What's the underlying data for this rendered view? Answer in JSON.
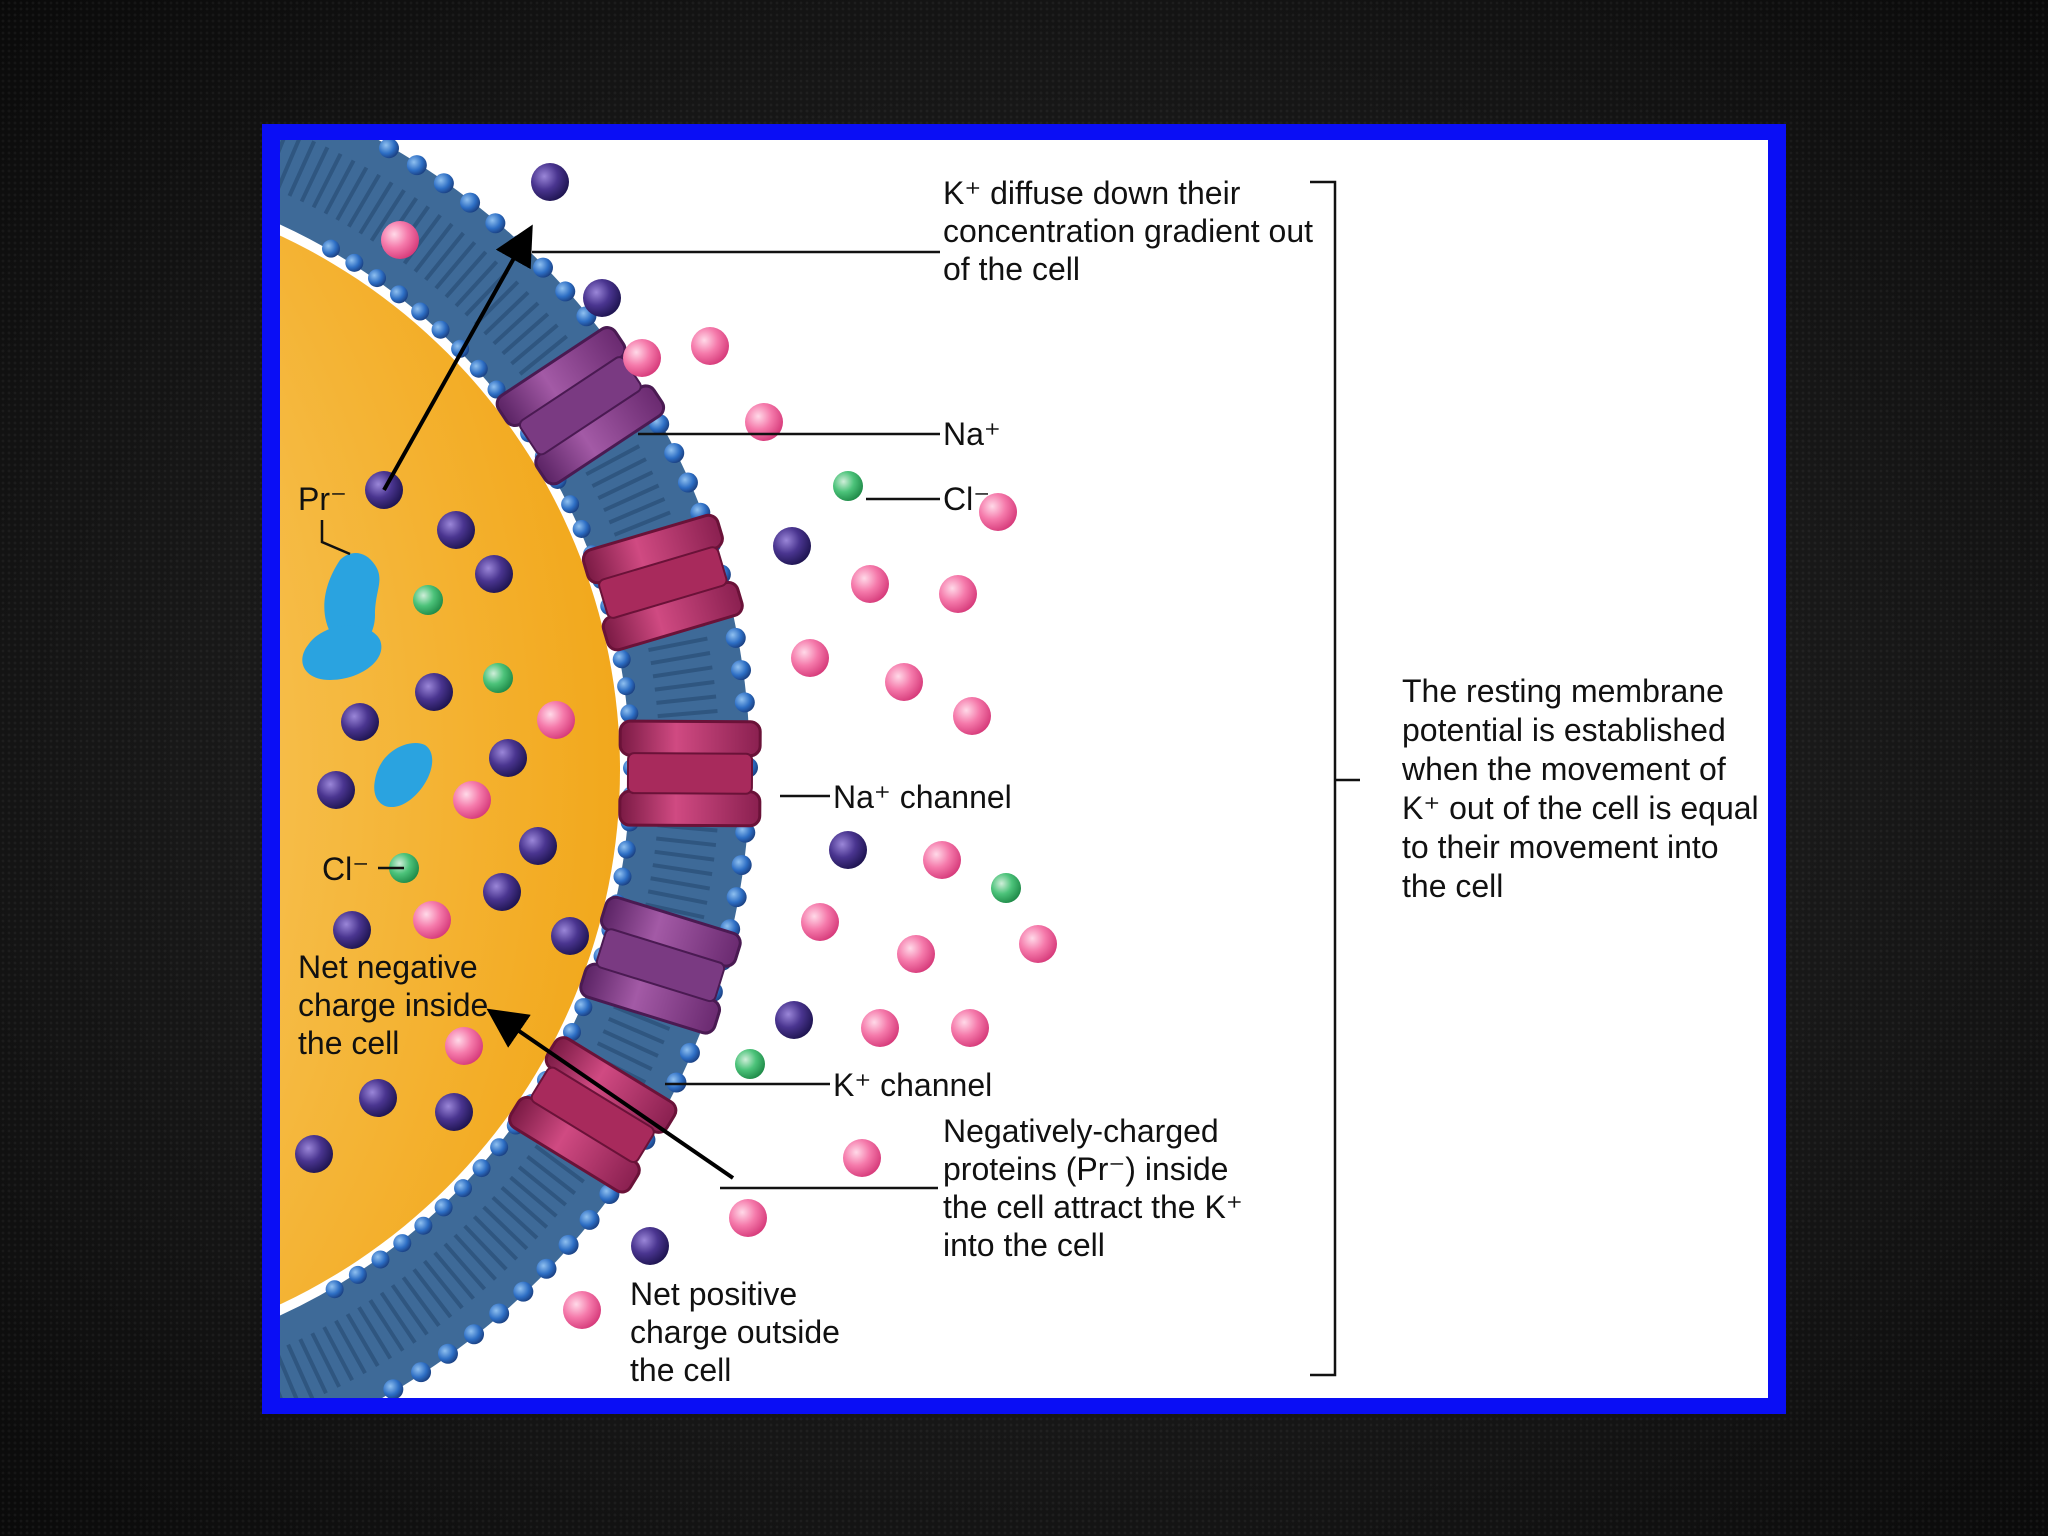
{
  "labels": {
    "k_diffuse": [
      "K⁺ diffuse down their",
      "concentration gradient out",
      "of the cell"
    ],
    "na_ion": "Na⁺",
    "cl_ion_outside": "Cl⁻",
    "pr_ion": "Pr⁻",
    "cl_ion_inside": "Cl⁻",
    "na_channel": "Na⁺ channel",
    "k_channel": "K⁺ channel",
    "net_negative": [
      "Net negative",
      "charge inside",
      "the cell"
    ],
    "net_positive": [
      "Net positive",
      "charge outside",
      "the cell"
    ],
    "proteins_attract": [
      "Negatively-charged",
      "proteins (Pr⁻) inside",
      "the cell attract the K⁺",
      "into the cell"
    ],
    "resting_potential": [
      "The resting membrane",
      "potential is established",
      "when the movement of",
      "K⁺ out of the cell is equal",
      "to their movement into",
      "the cell"
    ]
  },
  "colors": {
    "frame": "#0a0ef5",
    "cytoplasm": "#f6b52a",
    "membrane": "#3a6594",
    "k_ion": "#3d2a7a",
    "na_ion": "#f06ba0",
    "cl_ion": "#3cb56a",
    "protein": "#2aa3e0",
    "k_channel": "#8a3c8a",
    "na_channel": "#b8306a"
  }
}
